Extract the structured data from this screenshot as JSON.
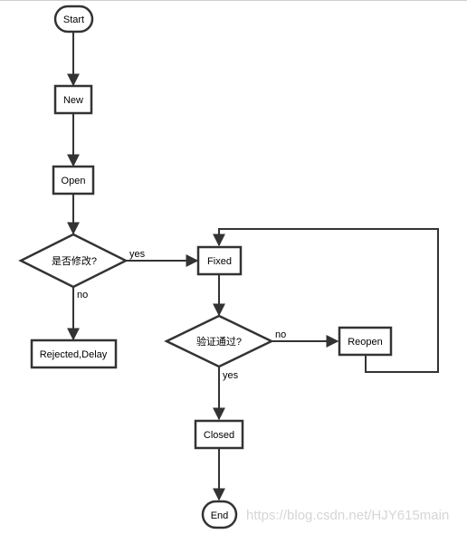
{
  "nodes": {
    "start": "Start",
    "new": "New",
    "open": "Open",
    "decision_modify": "是否修改?",
    "rejected": "Rejected,Delay",
    "fixed": "Fixed",
    "decision_verify": "验证通过?",
    "reopen": "Reopen",
    "closed": "Closed",
    "end": "End"
  },
  "edges": {
    "modify_yes": "yes",
    "modify_no": "no",
    "verify_no": "no",
    "verify_yes": "yes"
  },
  "watermark": "https://blog.csdn.net/HJY615main",
  "colors": {
    "stroke": "#333333",
    "fill": "#ffffff",
    "watermark": "#d6d6d6"
  }
}
